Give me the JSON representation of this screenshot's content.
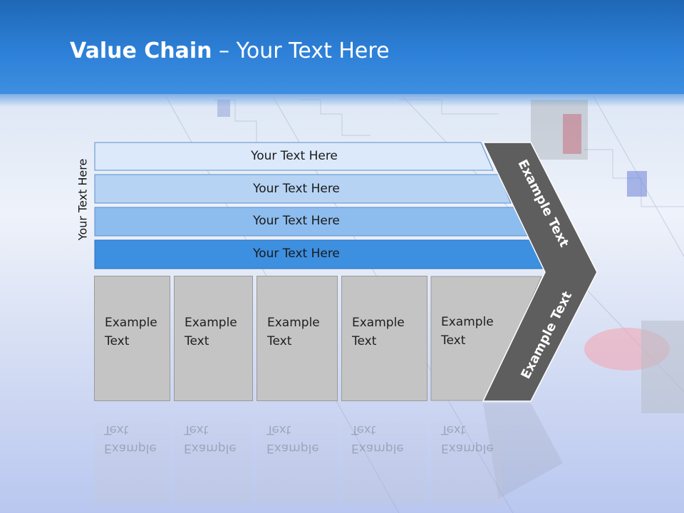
{
  "slide": {
    "title_bold": "Value Chain",
    "title_rest": " – Your Text Here",
    "side_label": "Your Text Here",
    "bars": [
      "Your Text Here",
      "Your Text Here",
      "Your Text Here",
      "Your Text Here"
    ],
    "boxes": [
      "Example Text",
      "Example Text",
      "Example Text",
      "Example Text",
      "Example Text"
    ],
    "chevron_top_label": "Example Text",
    "chevron_bottom_label": "Example Text"
  },
  "colors": {
    "bar1": "#dbe9fb",
    "bar2": "#b6d3f3",
    "bar3": "#8dbcee",
    "bar4": "#3d8fe0",
    "chevron": "#5e5e5e",
    "box": "#c4c4c4"
  }
}
